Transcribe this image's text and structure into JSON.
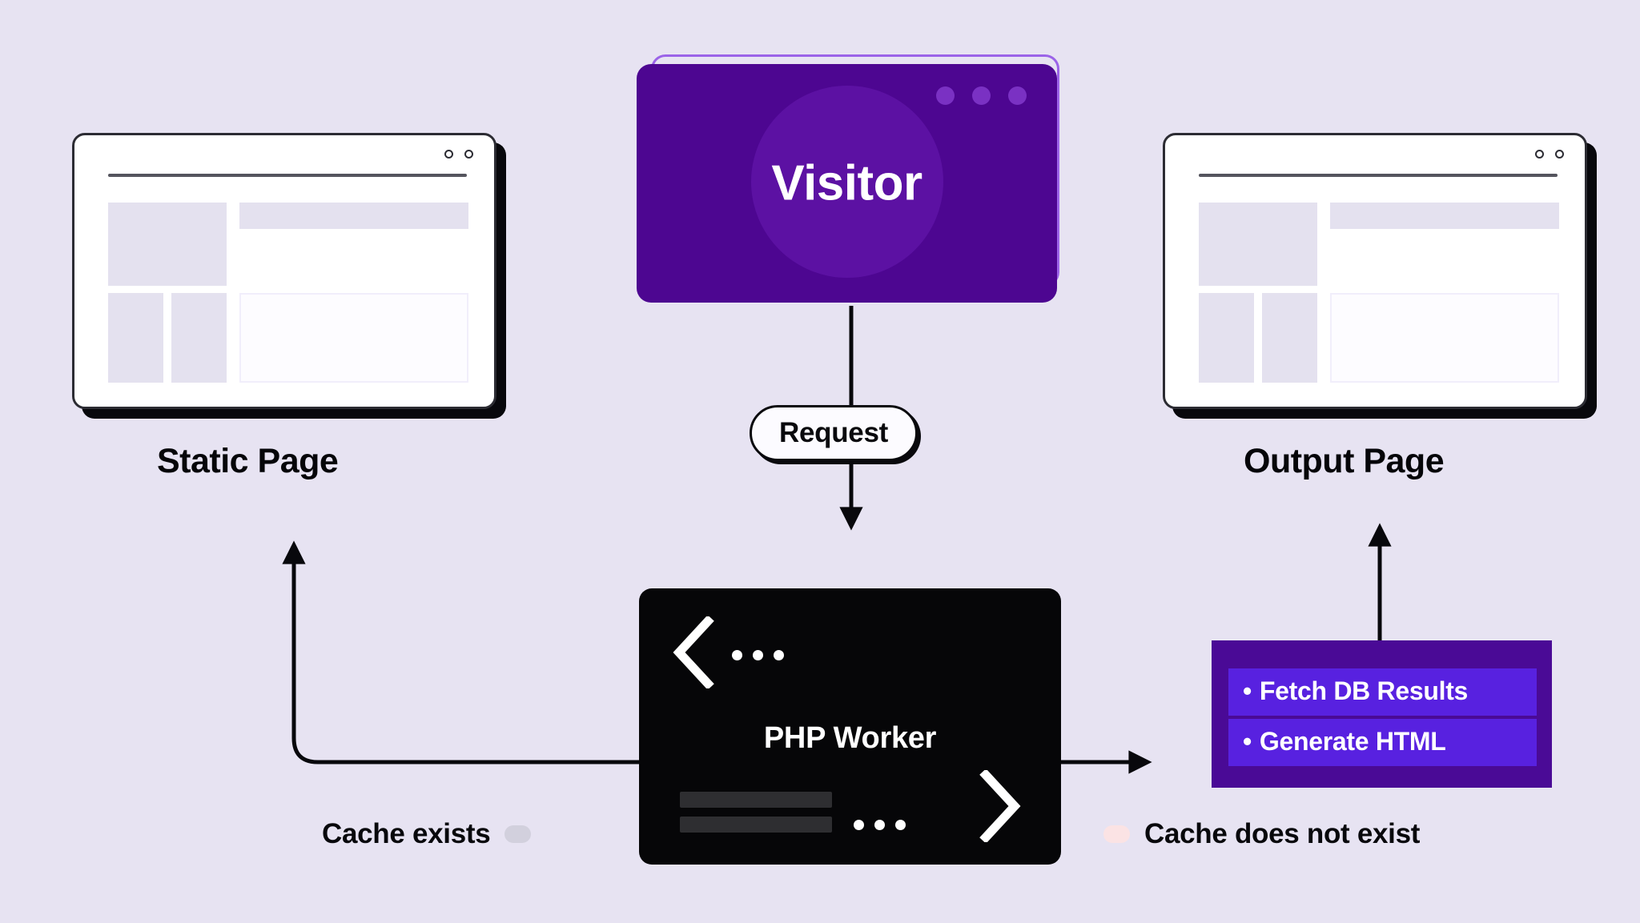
{
  "background_color": "#e7e3f2",
  "diagram": {
    "title_visitor": "Visitor",
    "nodes": {
      "static_page": {
        "caption": "Static Page",
        "type": "browser-window-mockup"
      },
      "output_page": {
        "caption": "Output Page",
        "type": "browser-window-mockup"
      },
      "visitor": {
        "label": "Visitor",
        "color": "#4d0691",
        "outline_color": "#9b63e8",
        "dot_color": "#7a31c3"
      },
      "php_worker": {
        "label": "PHP Worker",
        "color": "#060608",
        "bar_color": "#2e2e31"
      },
      "actions": {
        "box_color": "#4a0a96",
        "item_color": "#5821e0",
        "items": [
          {
            "bullet": "•",
            "label": "Fetch DB Results"
          },
          {
            "bullet": "•",
            "label": "Generate HTML"
          }
        ]
      }
    },
    "edges": {
      "request": {
        "label": "Request",
        "from": "visitor",
        "to": "php_worker"
      },
      "cache_hit": {
        "from": "php_worker",
        "to": "static_page"
      },
      "cache_miss": {
        "from": "php_worker",
        "to": "actions"
      },
      "render": {
        "from": "actions",
        "to": "output_page"
      }
    },
    "legend": [
      {
        "label": "Cache exists",
        "swatch_color": "#d2d0dd",
        "swatch_position": "after"
      },
      {
        "label": "Cache does not exist",
        "swatch_color": "#fbe3e4",
        "swatch_position": "before"
      }
    ]
  }
}
